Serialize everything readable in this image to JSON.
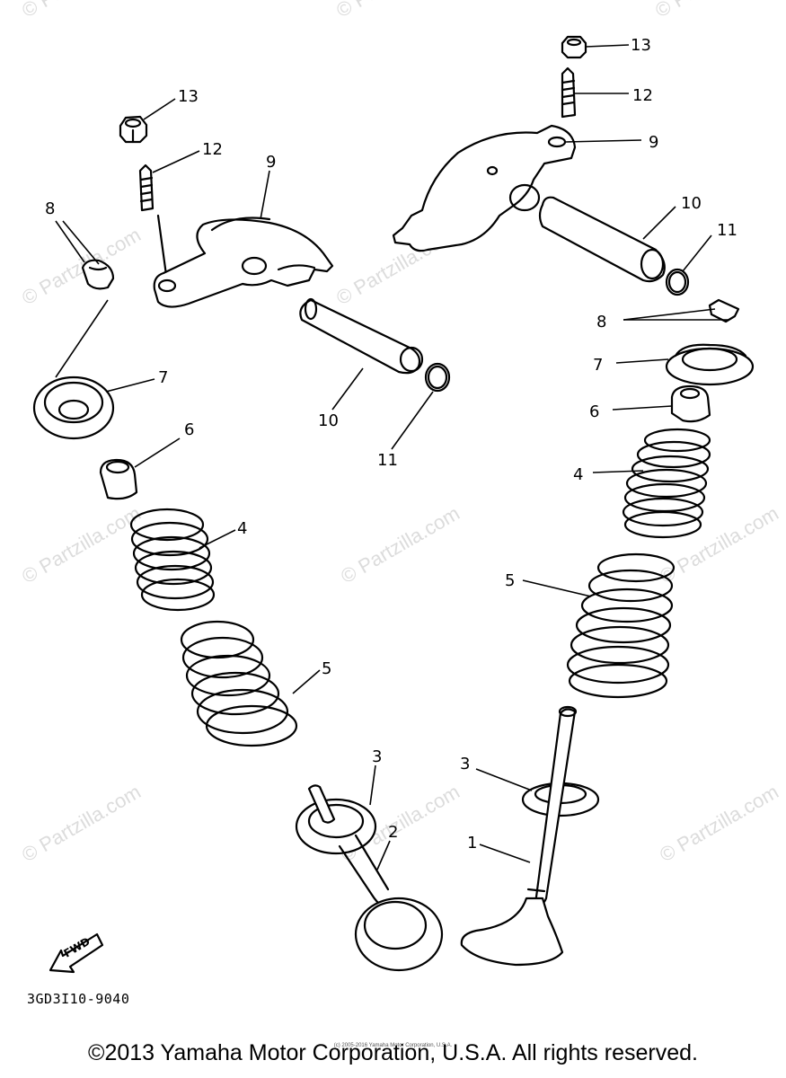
{
  "watermark": {
    "text": "© Partzilla.com"
  },
  "callouts": {
    "c1": "1",
    "c2": "2",
    "c3_left": "3",
    "c3_right": "3",
    "c4_left": "4",
    "c4_right": "4",
    "c5_left": "5",
    "c5_right": "5",
    "c6_left": "6",
    "c6_right": "6",
    "c7_left": "7",
    "c7_right": "7",
    "c8_left": "8",
    "c8_right": "8",
    "c9_left": "9",
    "c9_right": "9",
    "c10_left": "10",
    "c10_right": "10",
    "c11_left": "11",
    "c11_right": "11",
    "c12_left": "12",
    "c12_right": "12",
    "c13_left": "13",
    "c13_right": "13"
  },
  "fwd_label": "FWD",
  "diagram_code": "3GD3I10-9040",
  "small_copyright": "(c) 2005-2016 Yamaha Motor Corporation, U.S.A.",
  "copyright": "©2013 Yamaha Motor Corporation, U.S.A. All rights reserved."
}
